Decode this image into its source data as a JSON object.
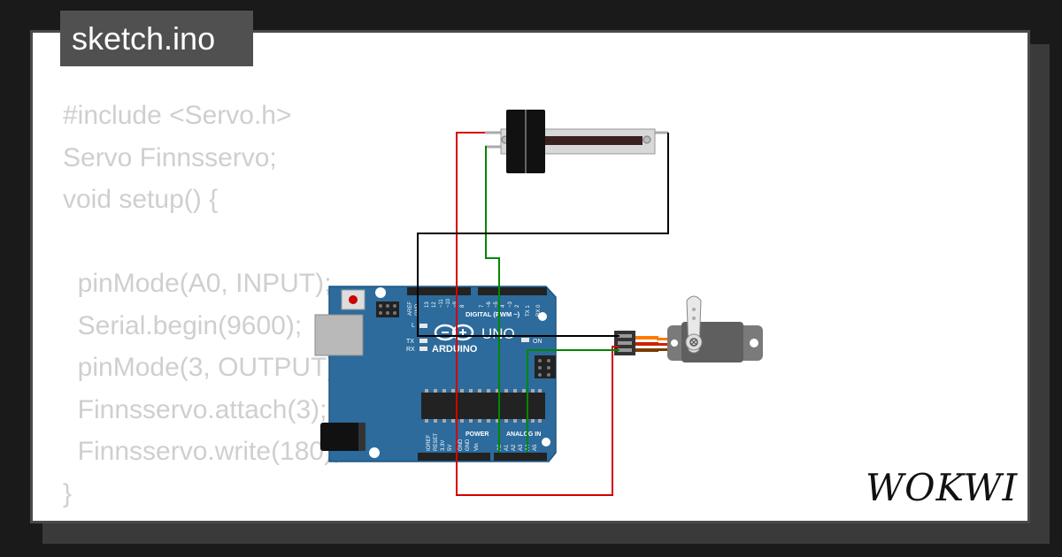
{
  "file_tab": {
    "label": "sketch.ino"
  },
  "code_lines": [
    "#include <Servo.h>",
    "Servo Finnsservo;",
    "void setup() {",
    "",
    "  pinMode(A0, INPUT);",
    "  Serial.begin(9600);",
    "  pinMode(3, OUTPUT);",
    "  Finnsservo.attach(3);",
    "  Finnsservo.write(180);",
    "}"
  ],
  "board": {
    "brand": "ARDUINO",
    "model": "UNO",
    "digital_label": "DIGITAL (PWM ~)",
    "power_label": "POWER",
    "analog_label": "ANALOG IN",
    "on_label": "ON",
    "tx_label": "TX",
    "rx_label": "RX",
    "l_label": "L",
    "top_pins": [
      "AREF",
      "GND",
      "13",
      "12",
      "~11",
      "~10",
      "~9",
      "8",
      "7",
      "~6",
      "~5",
      "4",
      "~3",
      "2",
      "TX 1",
      "RX 0"
    ],
    "bottom_pins": [
      "IOREF",
      "RESET",
      "3.3V",
      "5V",
      "GND",
      "GND",
      "Vin",
      "A0",
      "A1",
      "A2",
      "A3",
      "A4",
      "A5"
    ]
  },
  "logo": {
    "text": "WOKWI"
  },
  "colors": {
    "board": "#2c6b9c",
    "wire_red": "#d40000",
    "wire_green": "#008800",
    "wire_black": "#000000",
    "code_text": "#cfcfcf",
    "tab_bg": "#505050"
  }
}
